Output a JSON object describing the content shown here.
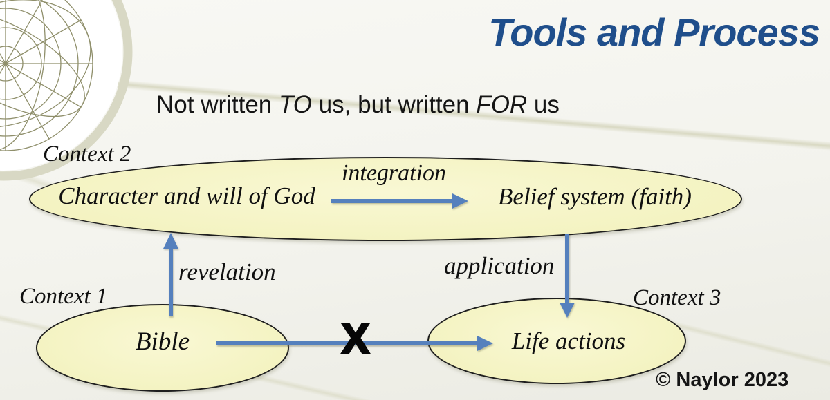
{
  "slide": {
    "title": "Tools and Process",
    "subtitle": {
      "part1": "Not written ",
      "emphasis1": "TO",
      "part2": " us, but written ",
      "emphasis2": "FOR",
      "part3": " us"
    },
    "copyright": "© Naylor 2023"
  },
  "diagram": {
    "contexts": {
      "context1": "Context 1",
      "context2": "Context 2",
      "context3": "Context 3"
    },
    "nodes": {
      "character_will": "Character and will of God",
      "belief_system": "Belief system (faith)",
      "bible": "Bible",
      "life_actions": "Life actions"
    },
    "arrow_labels": {
      "revelation": "revelation",
      "integration": "integration",
      "application": "application"
    },
    "blocked_mark": "X",
    "colors": {
      "title_blue": "#1f4e8b",
      "arrow_blue": "#5580bd",
      "ellipse_fill": "#f4f3c2",
      "ellipse_border": "#1e1e1e"
    }
  }
}
